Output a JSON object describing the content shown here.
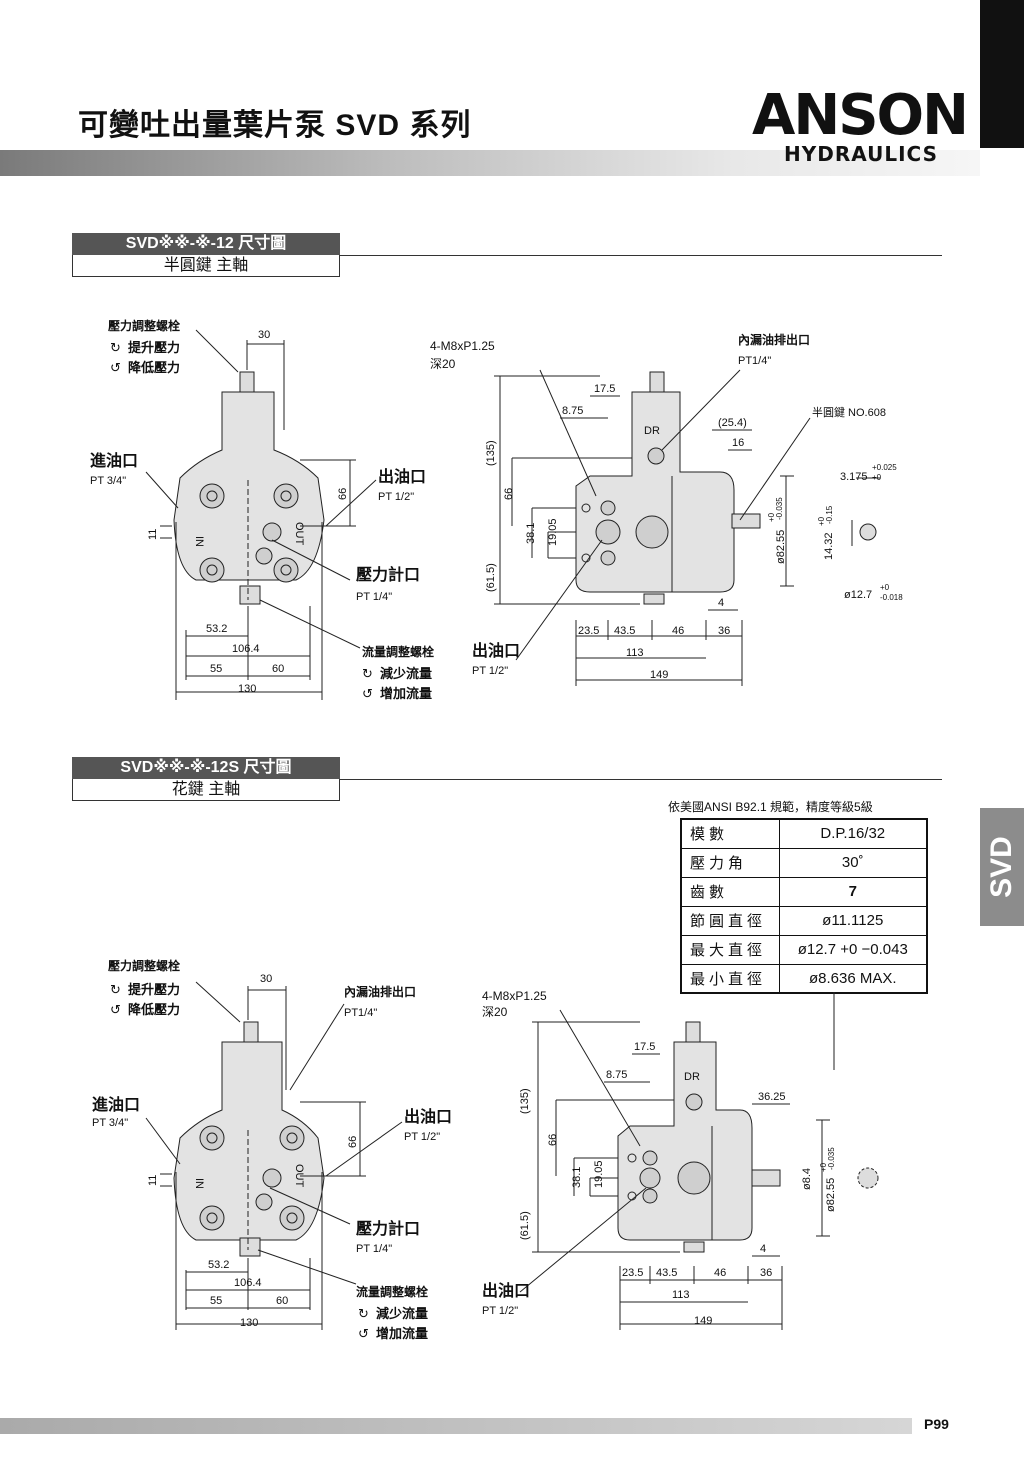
{
  "header": {
    "title": "可變吐出量葉片泵 SVD 系列",
    "logo_main": "ANSON",
    "logo_sub": "HYDRAULICS"
  },
  "side_tab": "SVD",
  "section1": {
    "heading": "SVD※※-※-12 尺寸圖",
    "subheading": "半圓鍵 主軸",
    "left_view": {
      "pressure_bolt": "壓力調整螺栓",
      "raise": "提升壓力",
      "lower": "降低壓力",
      "inlet": "進油口",
      "inlet_size": "PT 3/4\"",
      "outlet": "出油口",
      "outlet_size": "PT 1/2\"",
      "gauge": "壓力計口",
      "gauge_size": "PT 1/4\"",
      "flow_bolt": "流量調整螺栓",
      "reduce": "減少流量",
      "increase": "增加流量",
      "in_label": "IN",
      "out_label": "OUT",
      "dims": [
        "30",
        "66",
        "11",
        "53.2",
        "106.4",
        "55",
        "60",
        "130"
      ]
    },
    "right_view": {
      "bolt_spec": "4-M8xP1.25",
      "depth": "深20",
      "drain": "內漏油排出口",
      "drain_size": "PT1/4\"",
      "key": "半圓鍵 NO.608",
      "outlet": "出油口",
      "outlet_size": "PT 1/2\"",
      "dr": "DR",
      "dims_top": [
        "17.5",
        "8.75",
        "(25.4)",
        "16"
      ],
      "dims_vert": [
        "(135)",
        "66",
        "38.1",
        "19.05",
        "(61.5)",
        "ø82.55",
        "+0",
        "-0.035"
      ],
      "dims_bottom": [
        "4",
        "23.5",
        "43.5",
        "46",
        "36",
        "113",
        "149"
      ],
      "key_dims": [
        "3.175",
        "+0.025",
        "+0",
        "14.32",
        "+0",
        "-0.15",
        "ø12.7",
        "+0",
        "-0.018"
      ]
    }
  },
  "section2": {
    "heading": "SVD※※-※-12S 尺寸圖",
    "subheading": "花鍵 主軸",
    "spec_note": "依美國ANSI  B92.1 規範，精度等級5級",
    "spec_table": [
      {
        "k": "模數",
        "v": "D.P.16/32"
      },
      {
        "k": "壓力角",
        "v": "30˚"
      },
      {
        "k": "齒數",
        "v": "7"
      },
      {
        "k": "節圓直徑",
        "v": "ø11.1125"
      },
      {
        "k": "最大直徑",
        "v": "ø12.7 +0 −0.043"
      },
      {
        "k": "最小直徑",
        "v": "ø8.636 MAX."
      }
    ],
    "left_view": {
      "pressure_bolt": "壓力調整螺栓",
      "raise": "提升壓力",
      "lower": "降低壓力",
      "drain": "內漏油排出口",
      "drain_size": "PT1/4\"",
      "inlet": "進油口",
      "inlet_size": "PT 3/4\"",
      "outlet": "出油口",
      "outlet_size": "PT 1/2\"",
      "gauge": "壓力計口",
      "gauge_size": "PT 1/4\"",
      "flow_bolt": "流量調整螺栓",
      "reduce": "減少流量",
      "increase": "增加流量",
      "dims": [
        "30",
        "66",
        "11",
        "53.2",
        "106.4",
        "55",
        "60",
        "130"
      ]
    },
    "right_view": {
      "bolt_spec": "4-M8xP1.25",
      "depth": "深20",
      "outlet": "出油口",
      "outlet_size": "PT 1/2\"",
      "dr": "DR",
      "dims_top": [
        "17.5",
        "8.75",
        "36.25"
      ],
      "dims_vert": [
        "(135)",
        "66",
        "38.1",
        "19.05",
        "(61.5)",
        "ø8.4",
        "ø82.55",
        "+0",
        "-0.035"
      ],
      "dims_bottom": [
        "4",
        "23.5",
        "43.5",
        "46",
        "36",
        "113",
        "149"
      ]
    }
  },
  "footer": {
    "page": "P99"
  }
}
